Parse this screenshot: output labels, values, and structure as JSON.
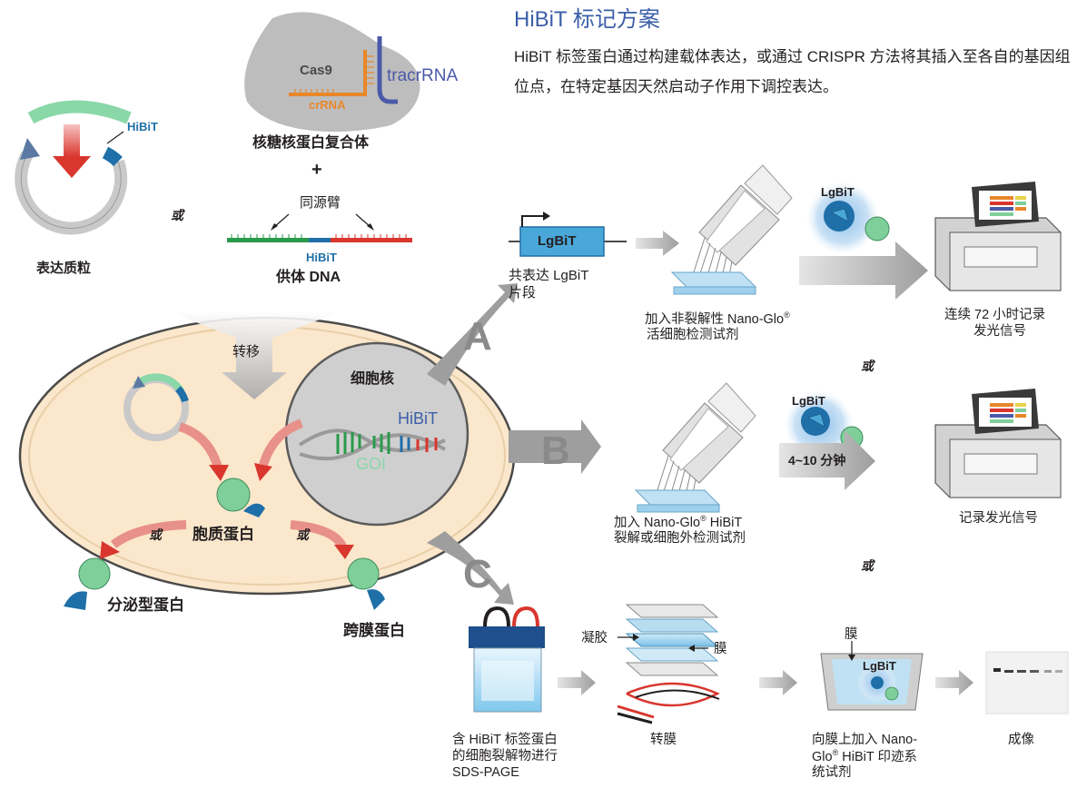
{
  "title": "HiBiT 标记方案",
  "description": "HiBiT 标签蛋白通过构建载体表达，或通过 CRISPR 方法将其插入至各自的基因组位点，在特定基因天然启动子作用下调控表达。",
  "top_left": {
    "goi": "GOI",
    "hibit": "HiBiT",
    "plasmid_label": "表达质粒",
    "or": "或"
  },
  "rnp": {
    "cas9": "Cas9",
    "tracrrna": "tracrRNA",
    "crrna": "crRNA",
    "label": "核糖核蛋白复合体",
    "plus": "+",
    "homology_arm": "同源臂",
    "hibit": "HiBiT",
    "donor_label": "供体 DNA"
  },
  "cell": {
    "transfer": "转移",
    "nucleus": "细胞核",
    "hibit": "HiBiT",
    "goi": "GOI",
    "cytoplasmic": "胞质蛋白",
    "or_left": "或",
    "or_right": "或",
    "secreted": "分泌型蛋白",
    "membrane": "跨膜蛋白"
  },
  "route_a": {
    "letter": "A",
    "lgbit_box": "LgBiT",
    "coexpress": "共表达 LgBiT",
    "fragment": "片段",
    "lgbit": "LgBiT",
    "reagent_line1a": "加入非裂解性 Nano-Glo",
    "reagent_sup": "®",
    "reagent_line2": "活细胞检测试剂",
    "readout_line1": "连续 72 小时记录",
    "readout_line2": "发光信号"
  },
  "or_ab": "或",
  "route_b": {
    "letter": "B",
    "lgbit": "LgBiT",
    "time": "4~10 分钟",
    "reagent_line1a": "加入 Nano-Glo",
    "reagent_sup": "®",
    "reagent_line1b": " HiBiT",
    "reagent_line2": "裂解或细胞外检测试剂",
    "readout": "记录发光信号"
  },
  "or_bc": "或",
  "route_c": {
    "letter": "C",
    "gel": "凝胶",
    "membrane": "膜",
    "membrane_top": "膜",
    "lgbit": "LgBiT",
    "sds_line1": "含 HiBiT 标签蛋白",
    "sds_line2": "的细胞裂解物进行",
    "sds_line3": "SDS-PAGE",
    "transfer": "转膜",
    "blot_line1": "向膜上加入 Nano-",
    "blot_line2a": "Glo",
    "blot_sup": "®",
    "blot_line2b": " HiBiT 印迹系",
    "blot_line3": "统试剂",
    "imaging": "成像"
  },
  "colors": {
    "title_blue": "#3b5ea8",
    "hibit_blue": "#1f6fa8",
    "goi_green": "#7fcf9b",
    "crrna_orange": "#e8872a",
    "tracr_blue": "#4a5aa8",
    "cell_fill": "#fbe7cb",
    "red_arrow": "#d9362e"
  }
}
